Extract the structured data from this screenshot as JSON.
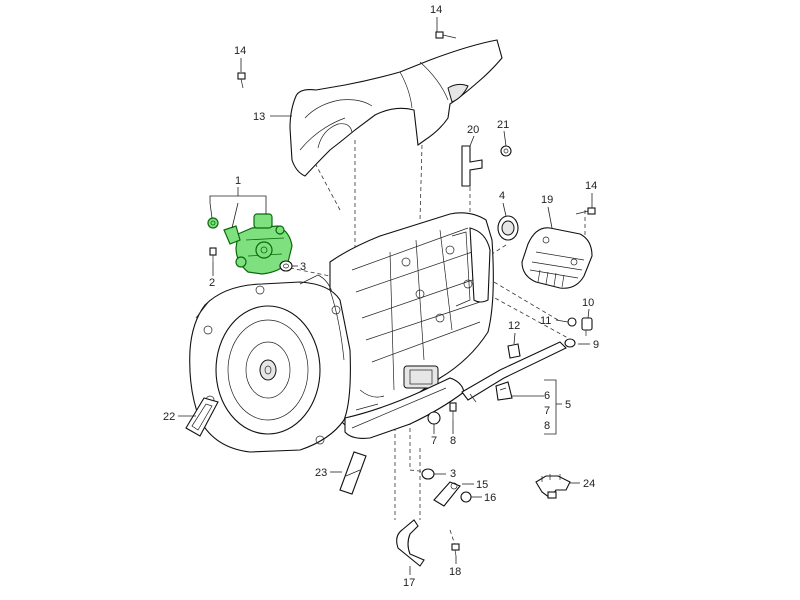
{
  "diagram": {
    "highlight_color": "#7ee07e",
    "callouts": {
      "c1": "1",
      "c2": "2",
      "c3a": "3",
      "c3b": "3",
      "c4": "4",
      "c5": "5",
      "c6": "6",
      "c7a": "7",
      "c7b": "7",
      "c8a": "8",
      "c8b": "8",
      "c9": "9",
      "c10": "10",
      "c11": "11",
      "c12": "12",
      "c13": "13",
      "c14a": "14",
      "c14b": "14",
      "c14c": "14",
      "c15": "15",
      "c16": "16",
      "c17": "17",
      "c18": "18",
      "c19": "19",
      "c20": "20",
      "c21": "21",
      "c22": "22",
      "c23": "23",
      "c24": "24"
    }
  }
}
